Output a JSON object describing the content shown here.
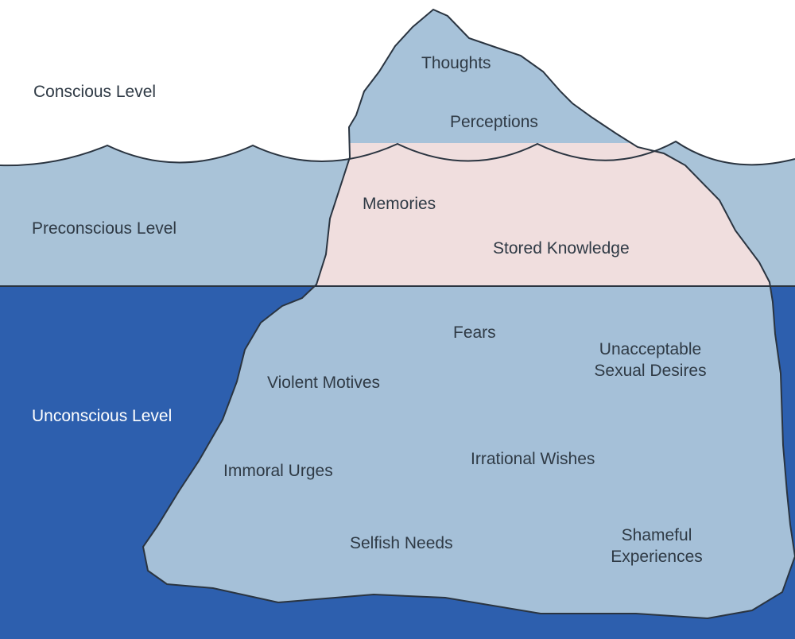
{
  "levels": {
    "conscious": "Conscious Level",
    "preconscious": "Preconscious Level",
    "unconscious": "Unconscious Level"
  },
  "conscious_items": {
    "thoughts": "Thoughts",
    "perceptions": "Perceptions"
  },
  "preconscious_items": {
    "memories": "Memories",
    "stored_knowledge": "Stored Knowledge"
  },
  "unconscious_items": {
    "fears": "Fears",
    "unacceptable_sexual_desires": "Unacceptable\nSexual Desires",
    "violent_motives": "Violent Motives",
    "immoral_urges": "Immoral Urges",
    "irrational_wishes": "Irrational Wishes",
    "selfish_needs": "Selfish Needs",
    "shameful_experiences": "Shameful\nExperiences"
  },
  "colors": {
    "background": "#ffffff",
    "preconscious_water": "#a9c3d8",
    "deep_water": "#2d5fae",
    "iceberg_top": "#a7c2d9",
    "iceberg_middle": "#f0dede",
    "iceberg_bottom": "#a5c0d8",
    "outline": "#2a3440"
  }
}
